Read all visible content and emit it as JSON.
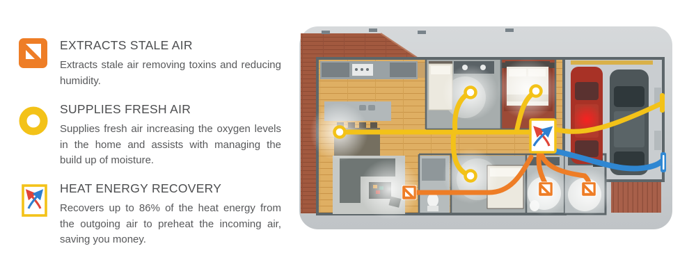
{
  "legend": {
    "items": [
      {
        "icon": "extract-stale-air-icon",
        "title": "EXTRACTS STALE AIR",
        "description": "Extracts stale air removing toxins and reducing humidity.",
        "accent_color": "#EE7D26"
      },
      {
        "icon": "supplies-fresh-air-icon",
        "title": "SUPPLIES FRESH AIR",
        "description": "Supplies fresh air increasing the oxygen levels in the home and assists with managing the build up of moisture.",
        "accent_color": "#F3C218"
      },
      {
        "icon": "heat-energy-recovery-icon",
        "title": "HEAT ENERGY RECOVERY",
        "description": "Recovers up to 86% of the heat energy from the outgoing air to preheat the incoming air, saving you money.",
        "accent_color": "#F3C218"
      }
    ]
  },
  "diagram": {
    "type": "floorplan-ventilation",
    "colors": {
      "supply_duct": "#F3C218",
      "extract_duct": "#EE7D26",
      "intake_exhaust_duct": "#2F87D2",
      "recovery_arrow_red": "#E04438",
      "recovery_arrow_blue": "#2E7FD0"
    },
    "supply_outlets": 4,
    "extract_vents": 3,
    "heat_exchanger_units": 1,
    "exterior_wall_vents": 2
  }
}
